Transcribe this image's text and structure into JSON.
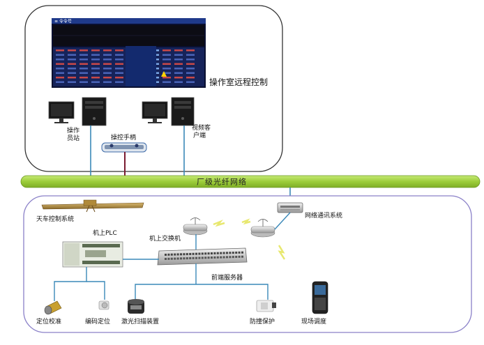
{
  "top_panel": {
    "title": "操作室远程控制",
    "screen_header": "≡ 令令号",
    "station_label_line1": "操作",
    "station_label_line2": "员站",
    "joystick_label": "操控手柄",
    "video_label_line1": "视频客",
    "video_label_line2": "户端"
  },
  "network_bar": {
    "label": "厂级光纤网络",
    "color": "#9ccd3a"
  },
  "bottom_panel": {
    "crane_label": "天车控制系统",
    "plc_label": "机上PLC",
    "onboard_switch_label": "机上交换机",
    "network_comm_label": "网络通讯系统",
    "front_server_label": "前端服务器",
    "devices": [
      {
        "label": "定位校准",
        "icon": "proximity-sensor-icon"
      },
      {
        "label": "编码定位",
        "icon": "encoder-icon"
      },
      {
        "label": "激光扫描装置",
        "icon": "laser-scanner-icon"
      },
      {
        "label": "防撞保护",
        "icon": "anticollision-sensor-icon"
      },
      {
        "label": "现场调度",
        "icon": "handheld-terminal-icon"
      }
    ]
  },
  "colors": {
    "panel_border": "#333333",
    "bottom_border": "#8a80c8",
    "link": "#3a88b8",
    "cable": "#7a1a30"
  }
}
